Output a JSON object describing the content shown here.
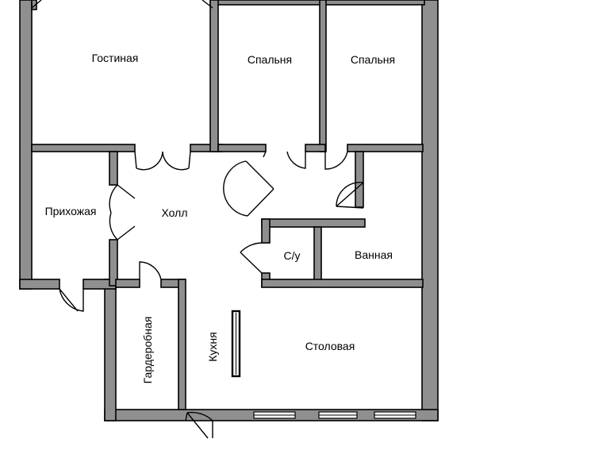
{
  "rooms": {
    "living_room": "Гостиная",
    "bedroom_1": "Спальня",
    "bedroom_2": "Спальня",
    "entrance_hall": "Прихожая",
    "hall": "Холл",
    "toilet": "С/у",
    "bathroom": "Ванная",
    "wardrobe": "Гардеробная",
    "kitchen": "Кухня",
    "dining_room": "Столовая"
  },
  "colors": {
    "wall_fill": "#8f8f8f",
    "wall_outline": "#000000",
    "background": "#ffffff"
  }
}
